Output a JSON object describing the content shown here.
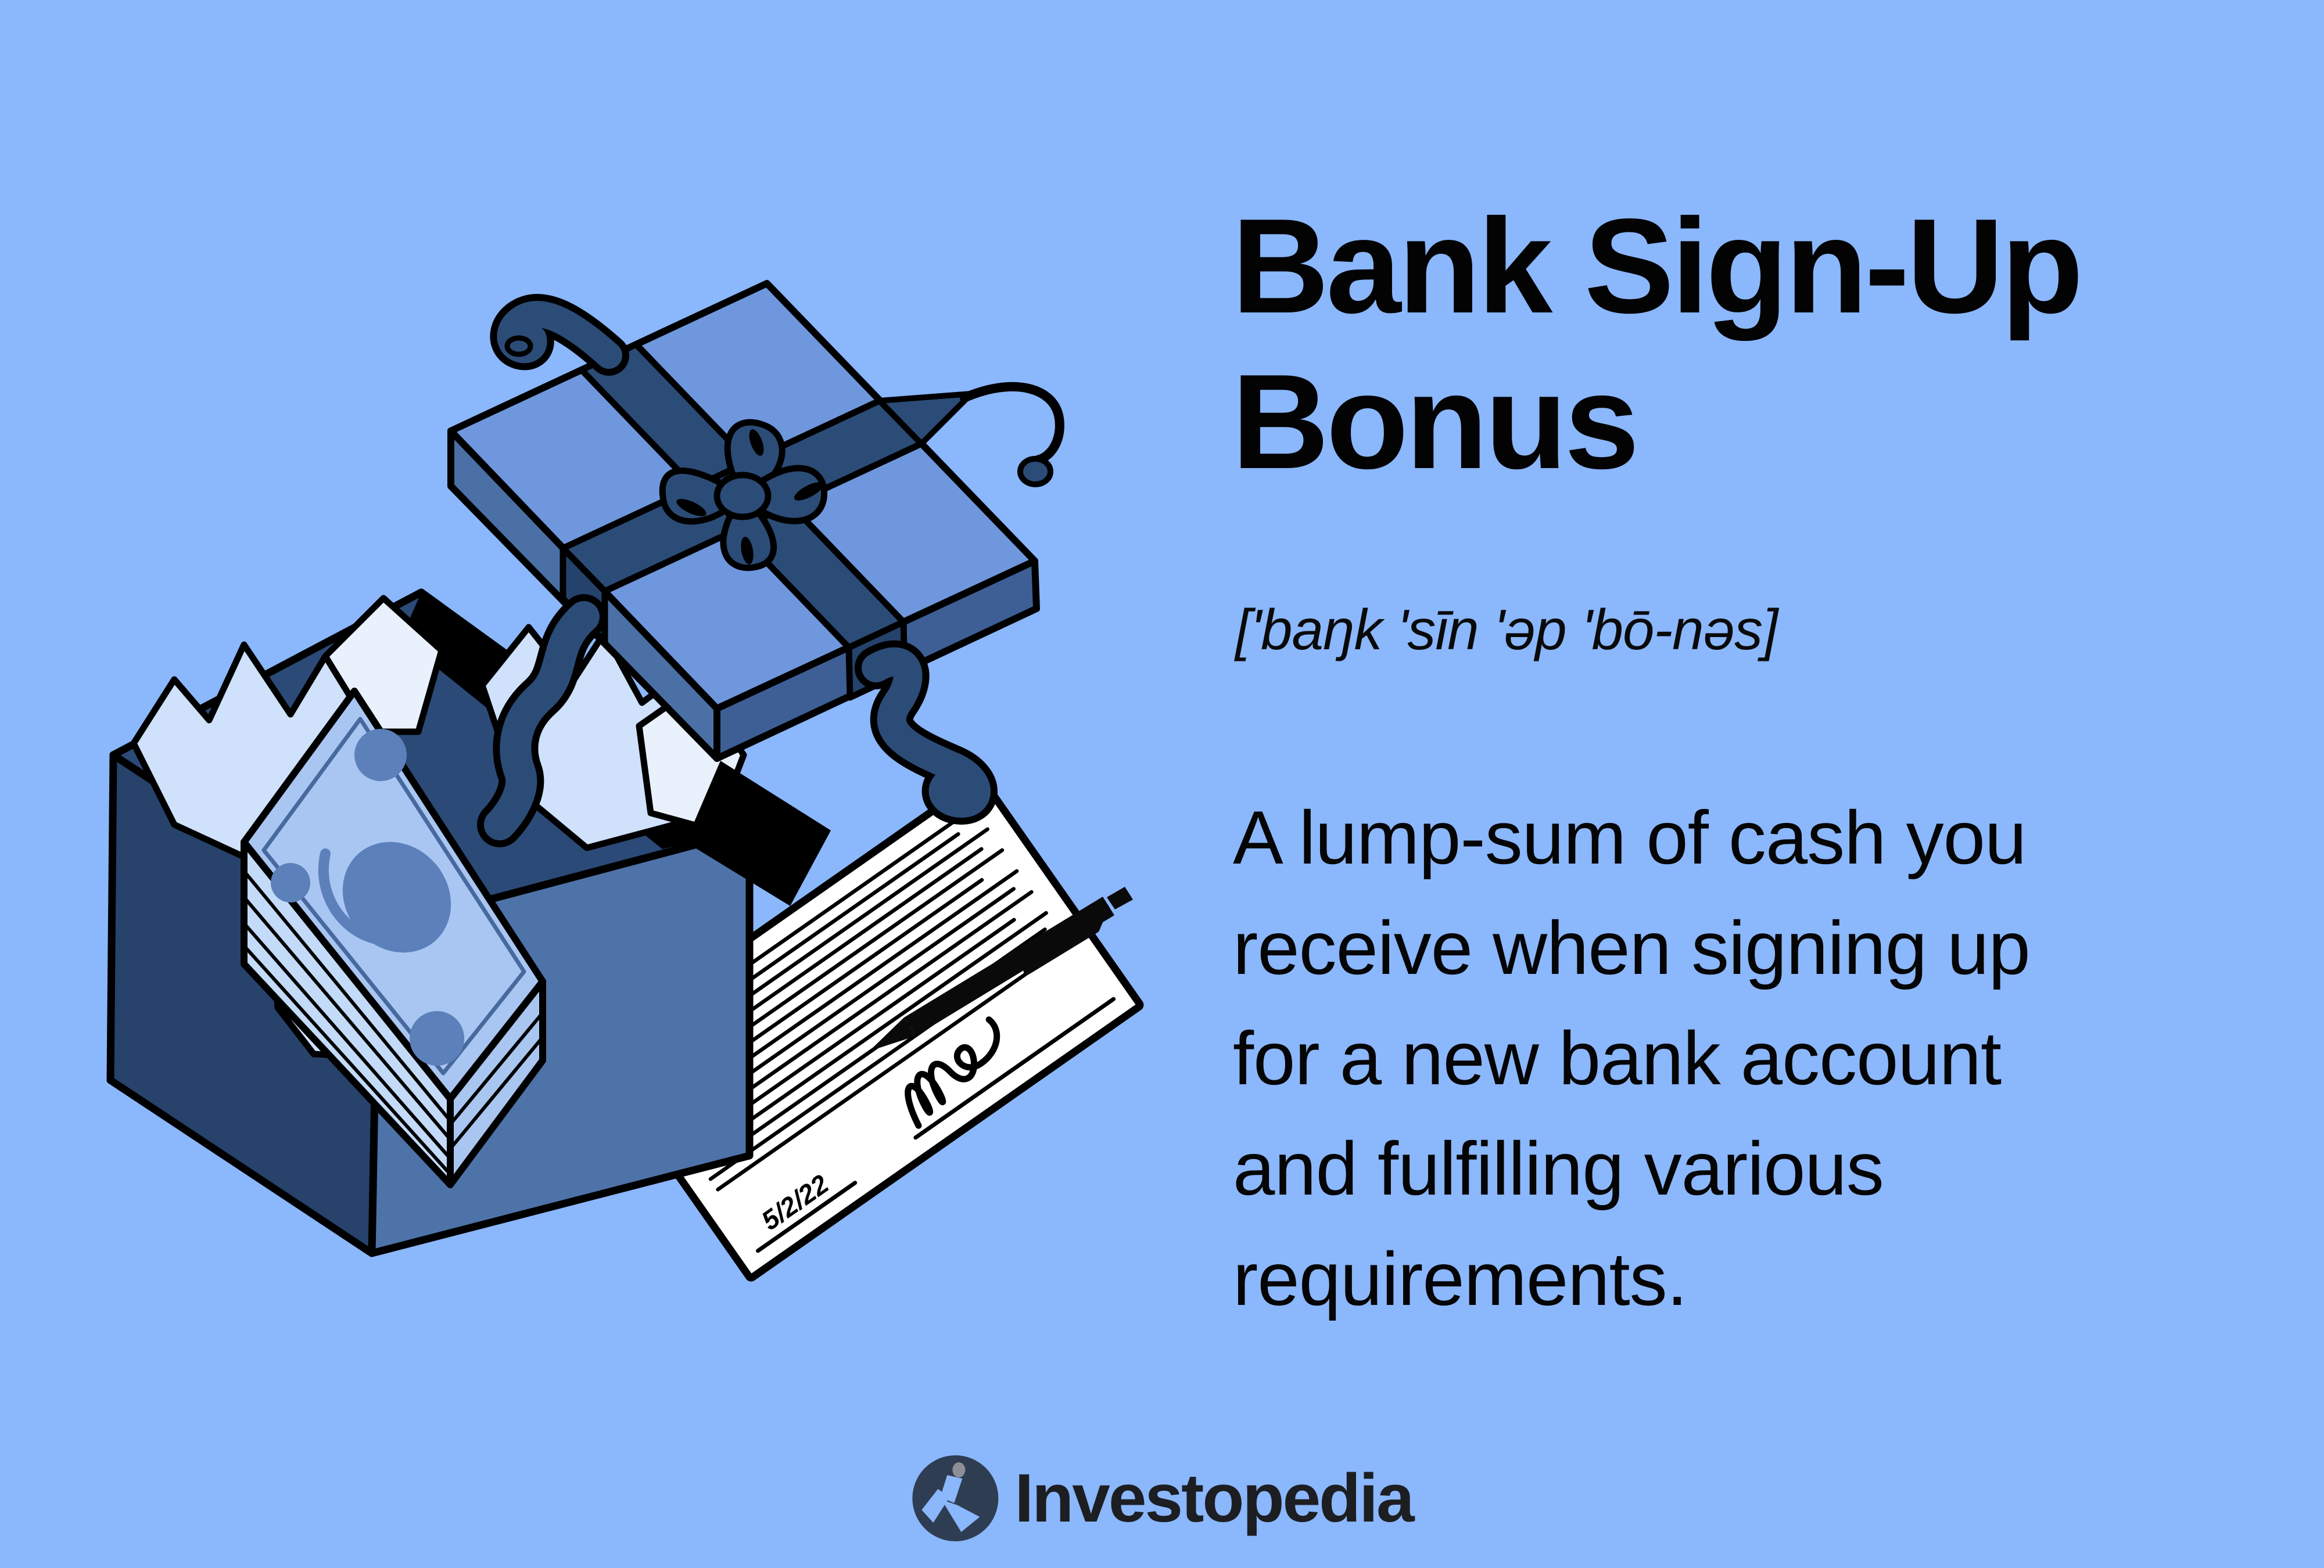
{
  "page": {
    "background_color": "#8bb7fc"
  },
  "definition_card": {
    "title_line1": "Bank Sign-Up",
    "title_line2": "Bonus",
    "pronunciation": "['baŋk 'sīn 'əp 'bō-nəs]",
    "definition_lines": [
      "A lump-sum of cash you",
      "receive when signing up",
      "for a new bank account",
      "and fulfilling various",
      "requirements."
    ]
  },
  "illustration": {
    "name": "open-gift-box-with-cash-tissue-ribbon-lid-and-signed-document",
    "document_date": "5/2/22",
    "colors": {
      "outline": "#000000",
      "box_interior": "#2b4a77",
      "box_left_wall": "#27426b",
      "box_right_wall": "#4d73a9",
      "lid_top": "#6f97dd",
      "lid_side_left": "#4a70a6",
      "lid_side_right": "#3d5f96",
      "ribbon": "#2c4c78",
      "ribbon_shadow": "#24426b",
      "bill_face": "#a9c6f2",
      "bill_pattern": "#5b80ba",
      "bill_edge": "#c3daf8",
      "tissue": "#cfe1fb",
      "tissue_light": "#e9f1fd",
      "paper": "#ffffff",
      "pen": "#000000"
    }
  },
  "logo": {
    "wordmark": "Investopedia",
    "icon": "investopedia-i-icon",
    "icon_color": "#2e3d52",
    "icon_dot_color": "#8e8e96",
    "wordmark_color": "#1d1e22"
  }
}
